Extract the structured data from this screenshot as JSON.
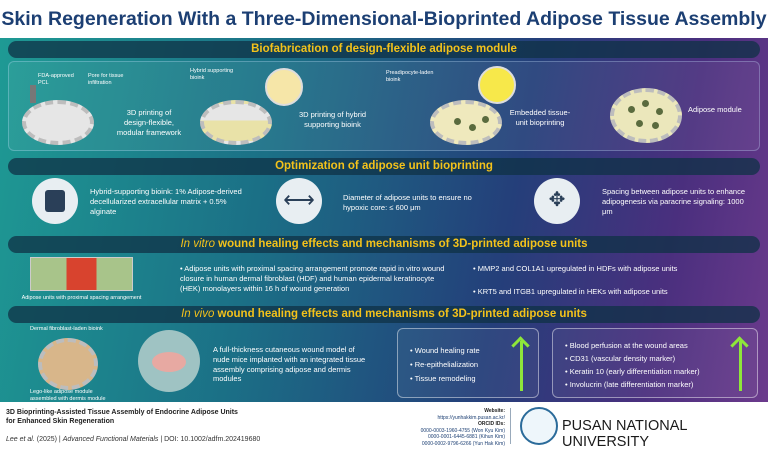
{
  "title": "Skin Regeneration With a Three-Dimensional-Bioprinted Adipose Tissue Assembly",
  "sections": {
    "s1": {
      "header": "Biofabrication of design-flexible adipose module",
      "labels": {
        "fda": "FDA-approved PCL",
        "pore": "Pore for tissue infiltration",
        "hybrid": "Hybrid supporting bioink",
        "preadipocyte": "Preadipocyte-laden bioink"
      },
      "steps": [
        "3D printing of design-flexible, modular framework",
        "3D printing of hybrid supporting bioink",
        "Embedded tissue-unit bioprinting",
        "Adipose module"
      ]
    },
    "s2": {
      "header": "Optimization of adipose unit bioprinting",
      "items": [
        {
          "icon": "bioprinter-icon",
          "text": "Hybrid-supporting bioink: 1% Adipose-derived decellularized extracellular matrix + 0.5% alginate"
        },
        {
          "icon": "diameter-arrows-icon",
          "text": "Diameter of adipose units to ensure no hypoxic core: ≤ 600 μm"
        },
        {
          "icon": "spacing-arrows-icon",
          "text": "Spacing between adipose units to enhance adipogenesis via paracrine signaling: 1000 μm"
        }
      ]
    },
    "s3": {
      "header_italic": "In vitro",
      "header_rest": " wound healing effects and mechanisms of 3D-printed adipose units",
      "image_caption": "Adipose units with proximal spacing arrangement",
      "bullet_main": "Adipose units with proximal spacing arrangement promote rapid in vitro wound closure in human dermal fibroblast (HDF) and human epidermal keratinocyte (HEK) monolayers within 16 h of wound generation",
      "bullets_right": [
        "MMP2 and COL1A1 upregulated in HDFs with adipose units",
        "KRT5 and ITGB1 upregulated in HEKs with adipose units"
      ]
    },
    "s4": {
      "header_italic": "In vivo",
      "header_rest": " wound healing effects and mechanisms of 3D-printed adipose units",
      "label_top": "Dermal fibroblast-laden bioink",
      "label_bottom": "Lego-like adipose module assembled with dermis module",
      "description": "A full-thickness cutaneous wound model of nude mice implanted with an integrated tissue assembly comprising adipose and dermis modules",
      "box1": [
        "Wound healing rate",
        "Re-epithelialization",
        "Tissue remodeling"
      ],
      "box2": [
        "Blood perfusion at the wound areas",
        "CD31 (vascular density marker)",
        "Keratin 10 (early differentiation marker)",
        "Involucrin (late differentiation marker)"
      ]
    }
  },
  "footer": {
    "paper_title_1": "3D Bioprinting-Assisted Tissue Assembly of Endocrine Adipose Units",
    "paper_title_2": "for Enhanced Skin Regeneration",
    "authors": "Lee et al.",
    "year": " (2025) | ",
    "journal": "Advanced Functional Materials",
    "doi": " | DOI: 10.1002/adfm.202419680",
    "website_label": "Website:",
    "website": "https://yunhakkim.pusan.ac.kr/",
    "orcid_label": "ORCID IDs:",
    "orcids": [
      "0000-0003-1960-4755 (Won Kyu Kim)",
      "0000-0001-6445-6881 (Kihun Kim)",
      "0000-0002-9796-6266 (Yun Hak Kim)"
    ],
    "university": "PUSAN NATIONAL UNIVERSITY"
  },
  "colors": {
    "title": "#1c3f73",
    "header_text": "#f3c21b",
    "arrow": "#8ee63a"
  }
}
